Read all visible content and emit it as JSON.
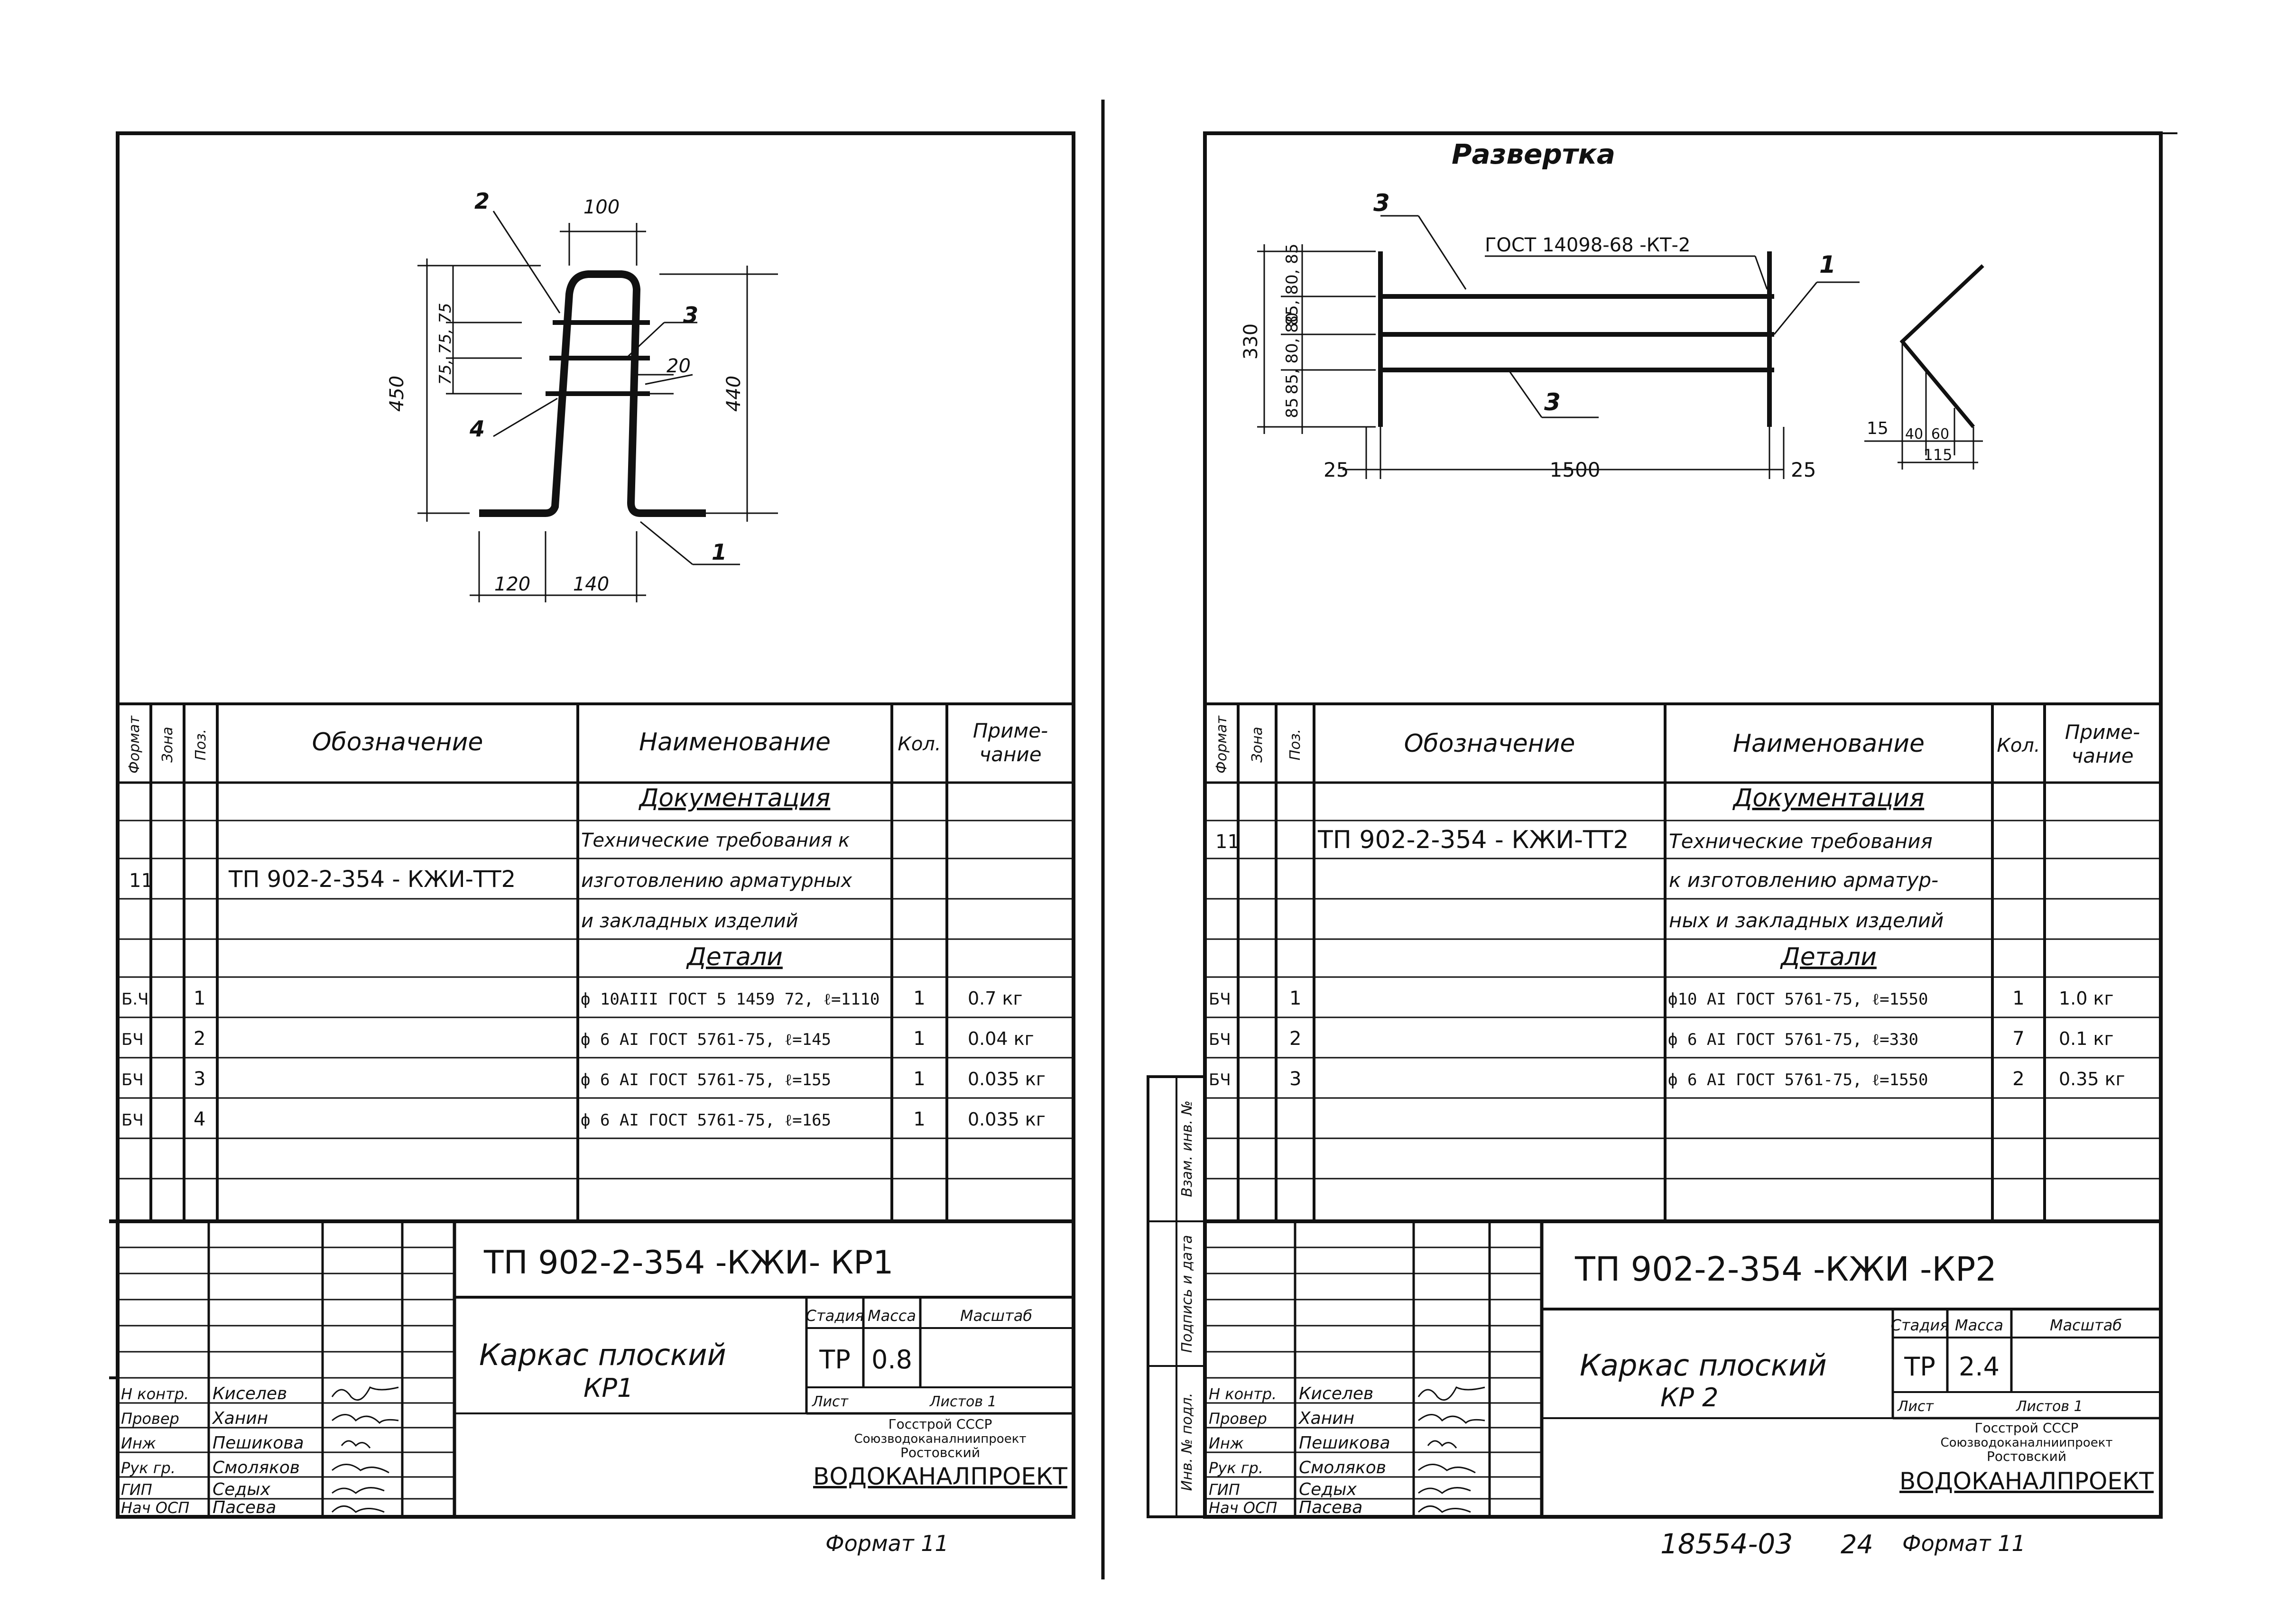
{
  "left": {
    "dims": {
      "d100": "100",
      "d75": "75, 75, 75",
      "d450": "450",
      "d440": "440",
      "d20": "20",
      "d120": "120",
      "d140": "140"
    },
    "positions": {
      "p1": "1",
      "p2": "2",
      "p3": "3",
      "p4": "4"
    },
    "headers": {
      "format": "Формат",
      "zone": "Зона",
      "pos": "Поз.",
      "designation": "Обозначение",
      "name": "Наименование",
      "qty": "Кол.",
      "note1": "Приме-",
      "note2": "чание"
    },
    "section_doc": "Документация",
    "doc_row": {
      "format": "11",
      "designation": "ТП 902-2-354 - КЖИ-ТТ2",
      "line1": "Технические требования к",
      "line2": "изготовлению арматурных",
      "line3": "и закладных изделий"
    },
    "section_details": "Детали",
    "rows": [
      {
        "format": "Б.Ч",
        "pos": "1",
        "name": "ф 10АIII ГОСТ 5 1459 72, ℓ=1110",
        "qty": "1",
        "note": "0.7 кг"
      },
      {
        "format": "БЧ",
        "pos": "2",
        "name": "ф 6 АI ГОСТ 5761-75, ℓ=145",
        "qty": "1",
        "note": "0.04 кг"
      },
      {
        "format": "БЧ",
        "pos": "3",
        "name": "ф 6 АI ГОСТ 5761-75, ℓ=155",
        "qty": "1",
        "note": "0.035 кг"
      },
      {
        "format": "БЧ",
        "pos": "4",
        "name": "ф 6 АI ГОСТ 5761-75, ℓ=165",
        "qty": "1",
        "note": "0.035 кг"
      }
    ],
    "stamp": {
      "code": "ТП 902-2-354 -КЖИ- КР1",
      "title1": "Каркас плоский",
      "title2": "КР1",
      "stage_h": "Стадия",
      "mass_h": "Масса",
      "scale_h": "Масштаб",
      "stage": "ТР",
      "mass": "0.8",
      "sheet_h": "Лист",
      "sheets_h": "Листов 1",
      "org1": "Госстрой СССР",
      "org2": "Союзводоканалниипроект",
      "org3": "Ростовский",
      "org4": "ВОДОКАНАЛПРОЕКТ",
      "roles": [
        "Н контр.",
        "Провер",
        "Инж",
        "Рук гр.",
        "ГИП",
        "Нач ОСП"
      ],
      "names": [
        "Киселев",
        "Ханин",
        "Пешикова",
        "Смоляков",
        "Седых",
        "Пасева"
      ]
    },
    "format_label": "Формат 11"
  },
  "right": {
    "razvertka": "Развертка",
    "gost_label": "ГОСТ 14098-68 -КТ-2",
    "dims": {
      "d330": "330",
      "d85a": "85, 80, 85",
      "d85b": "85, 80, 80",
      "d85c": "85",
      "d25a": "25",
      "d1500": "1500",
      "d25b": "25",
      "d15": "15",
      "d40": "40",
      "d60": "60",
      "d115": "115"
    },
    "positions": {
      "p1": "1",
      "p3a": "3",
      "p3b": "3"
    },
    "headers": {
      "format": "Формат",
      "zone": "Зона",
      "pos": "Поз.",
      "designation": "Обозначение",
      "name": "Наименование",
      "qty": "Кол.",
      "note1": "Приме-",
      "note2": "чание"
    },
    "section_doc": "Документация",
    "doc_row": {
      "format": "11",
      "designation": "ТП 902-2-354 - КЖИ-ТТ2",
      "line1": "Технические требования",
      "line2": "к изготовлению арматур-",
      "line3": "ных и закладных изделий"
    },
    "section_details": "Детали",
    "rows": [
      {
        "format": "БЧ",
        "pos": "1",
        "name": "ф10 АI ГОСТ 5761-75, ℓ=1550",
        "qty": "1",
        "note": "1.0 кг"
      },
      {
        "format": "БЧ",
        "pos": "2",
        "name": "ф 6 АI ГОСТ 5761-75, ℓ=330",
        "qty": "7",
        "note": "0.1 кг"
      },
      {
        "format": "БЧ",
        "pos": "3",
        "name": "ф 6 АI ГОСТ 5761-75, ℓ=1550",
        "qty": "2",
        "note": "0.35 кг"
      }
    ],
    "side_labels": [
      "Взам. инв. №",
      "Подпись и дата",
      "Инв. № подл."
    ],
    "stamp": {
      "code": "ТП 902-2-354 -КЖИ -КР2",
      "title1": "Каркас плоский",
      "title2": "КР 2",
      "stage_h": "Стадия",
      "mass_h": "Масса",
      "scale_h": "Масштаб",
      "stage": "ТР",
      "mass": "2.4",
      "sheet_h": "Лист",
      "sheets_h": "Листов 1",
      "org1": "Госстрой СССР",
      "org2": "Союзводоканалниипроект",
      "org3": "Ростовский",
      "org4": "ВОДОКАНАЛПРОЕКТ",
      "roles": [
        "Н контр.",
        "Провер",
        "Инж",
        "Рук гр.",
        "ГИП",
        "Нач ОСП"
      ],
      "names": [
        "Киселев",
        "Ханин",
        "Пешикова",
        "Смоляков",
        "Седых",
        "Пасева"
      ]
    },
    "sheet_no": "18554-03",
    "page_no": "24",
    "format_label": "Формат 11"
  }
}
